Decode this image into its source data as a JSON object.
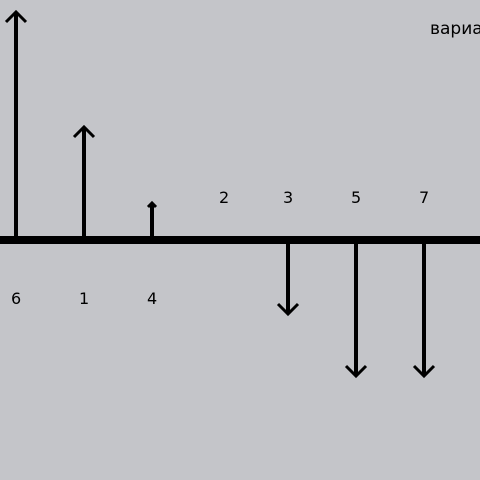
{
  "variant_label": "вариант",
  "axis": {},
  "items": [
    {
      "label": "6",
      "value": 228,
      "direction": "up"
    },
    {
      "label": "1",
      "value": 113,
      "direction": "up"
    },
    {
      "label": "4",
      "value": 37,
      "direction": "up"
    },
    {
      "label": "2",
      "value": 0,
      "direction": "none"
    },
    {
      "label": "3",
      "value": 74,
      "direction": "down"
    },
    {
      "label": "5",
      "value": 136,
      "direction": "down"
    },
    {
      "label": "7",
      "value": 136,
      "direction": "down"
    }
  ],
  "colors": {
    "background": "#c4c5c9",
    "stroke": "#000000"
  }
}
